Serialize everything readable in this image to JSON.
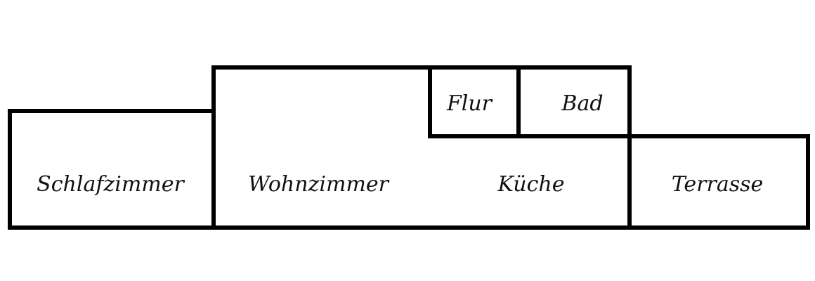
{
  "rooms": {
    "schlafzimmer": "Schlafzimmer",
    "wohnzimmer": "Wohnzimmer",
    "flur": "Flur",
    "bad": "Bad",
    "kueche": "Küche",
    "terrasse": "Terrasse"
  }
}
